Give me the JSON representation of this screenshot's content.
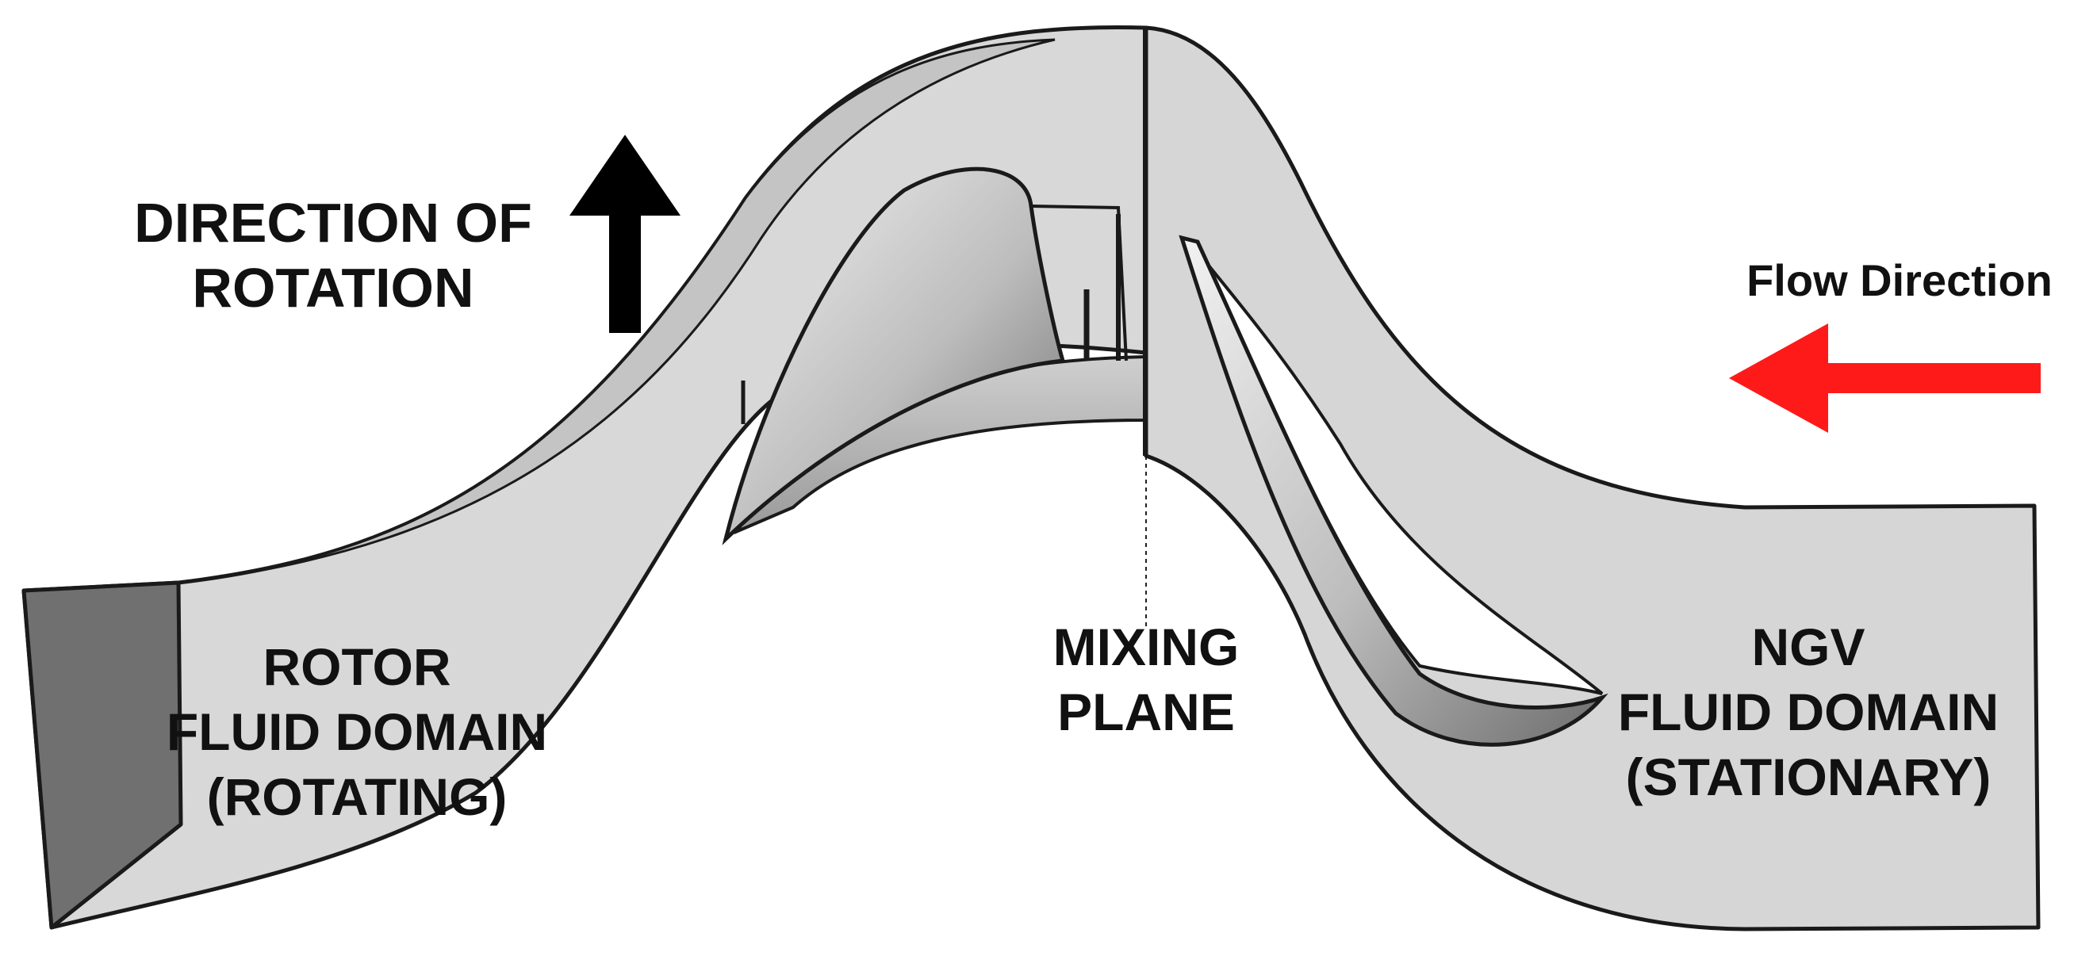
{
  "labels": {
    "direction_of_rotation": [
      "DIRECTION OF",
      "ROTATION"
    ],
    "flow_direction": "Flow Direction",
    "mixing_plane": [
      "MIXING",
      "PLANE"
    ],
    "rotor_domain": [
      "ROTOR",
      "FLUID DOMAIN",
      "(ROTATING)"
    ],
    "ngv_domain": [
      "NGV",
      "FLUID DOMAIN",
      "(STATIONARY)"
    ]
  },
  "colors": {
    "domain_fill": "#d6d6d6",
    "domain_shade": "#b4b4b4",
    "inlet_face": "#707070",
    "outline": "#1a1a1a",
    "rotation_arrow": "#000000",
    "flow_arrow": "#ff1a1a"
  },
  "icons": {
    "rotation_arrow": "arrow-up-icon",
    "flow_arrow": "arrow-left-icon"
  }
}
